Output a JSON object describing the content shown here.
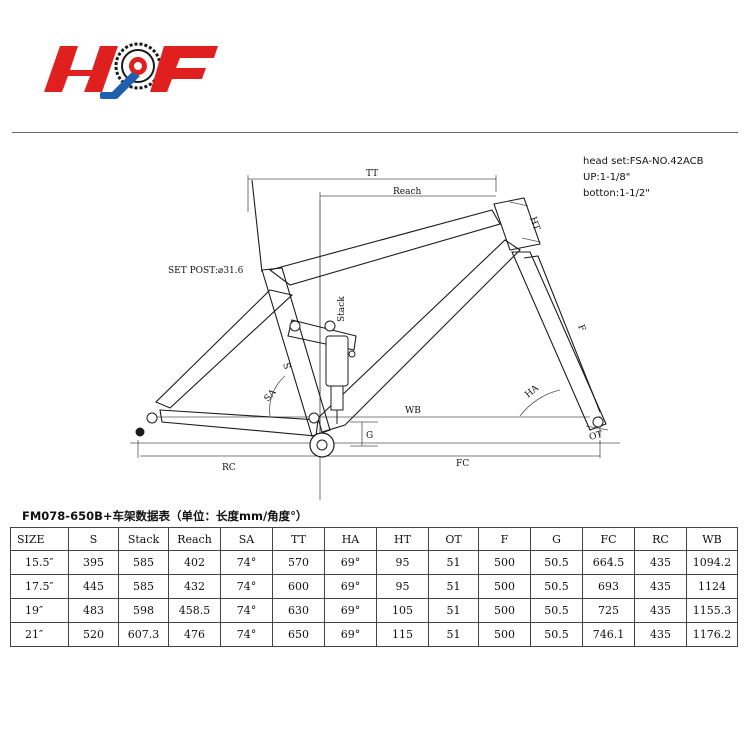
{
  "logo": {
    "text": "HF",
    "color": "#e0201f",
    "gear_color": "#1f5fae"
  },
  "diagram": {
    "labels": {
      "tt": "TT",
      "reach": "Reach",
      "ht": "HT",
      "set_post": "SET POST:⌀31.6",
      "stack": "Stack",
      "s": "S",
      "sa": "SA",
      "ha": "HA",
      "f": "F",
      "wb": "WB",
      "g": "G",
      "ot": "OT",
      "rc": "RC",
      "fc": "FC"
    },
    "headset": {
      "line1": "head set:FSA-NO.42ACB",
      "line2": "UP:1-1/8\"",
      "line3": "botton:1-1/2\""
    }
  },
  "spec": {
    "title": "FM078-650B+车架数据表（单位：长度mm/角度°）",
    "headers": [
      "SIZE",
      "S",
      "Stack",
      "Reach",
      "SA",
      "TT",
      "HA",
      "HT",
      "OT",
      "F",
      "G",
      "FC",
      "RC",
      "WB"
    ],
    "rows": [
      [
        "15.5″",
        "395",
        "585",
        "402",
        "74°",
        "570",
        "69°",
        "95",
        "51",
        "500",
        "50.5",
        "664.5",
        "435",
        "1094.2"
      ],
      [
        "17.5″",
        "445",
        "585",
        "432",
        "74°",
        "600",
        "69°",
        "95",
        "51",
        "500",
        "50.5",
        "693",
        "435",
        "1124"
      ],
      [
        "19″",
        "483",
        "598",
        "458.5",
        "74°",
        "630",
        "69°",
        "105",
        "51",
        "500",
        "50.5",
        "725",
        "435",
        "1155.3"
      ],
      [
        "21″",
        "520",
        "607.3",
        "476",
        "74°",
        "650",
        "69°",
        "115",
        "51",
        "500",
        "50.5",
        "746.1",
        "435",
        "1176.2"
      ]
    ]
  }
}
